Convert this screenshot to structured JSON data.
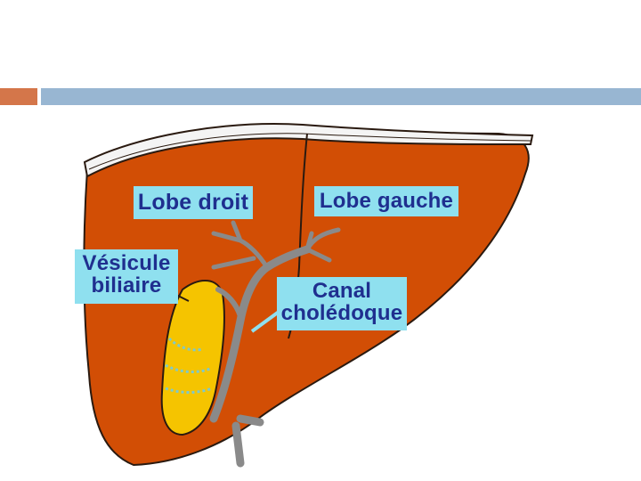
{
  "labels": {
    "lobe_droit": "Lobe droit",
    "lobe_gauche": "Lobe gauche",
    "vesicule_line1": "Vésicule",
    "vesicule_line2": "biliaire",
    "canal_line1": "Canal",
    "canal_line2": "cholédoque"
  },
  "colors": {
    "liver": "#d24e05",
    "gallbladder": "#f5c400",
    "label_bg": "#8fe0ef",
    "label_text": "#1f2f8f",
    "accent_bar": "#d4764a",
    "header_bar": "#98b6d2"
  }
}
